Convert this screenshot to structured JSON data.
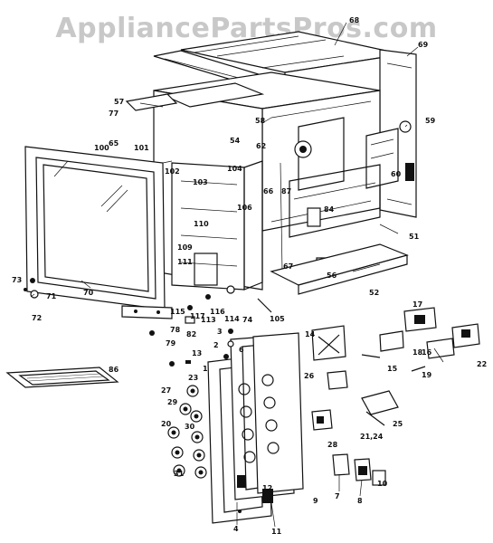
{
  "watermark": "AppliancePartsPros.com",
  "callouts": [
    "68",
    "69",
    "57",
    "77",
    "58",
    "59",
    "54",
    "62",
    "60",
    "65",
    "100",
    "101",
    "102",
    "104",
    "103",
    "106",
    "66",
    "87",
    "67",
    "84",
    "110",
    "51",
    "109",
    "111",
    "56",
    "73",
    "71",
    "70",
    "72",
    "115",
    "116",
    "117",
    "113",
    "114",
    "74",
    "105",
    "52",
    "78",
    "82",
    "3",
    "79",
    "2",
    "6",
    "17",
    "14",
    "18",
    "22",
    "13",
    "15",
    "16",
    "1",
    "86",
    "23",
    "27",
    "20",
    "28",
    "21,24",
    "25",
    "29",
    "30",
    "31",
    "26",
    "4",
    "11",
    "7",
    "8",
    "9",
    "10",
    "12",
    "19"
  ]
}
